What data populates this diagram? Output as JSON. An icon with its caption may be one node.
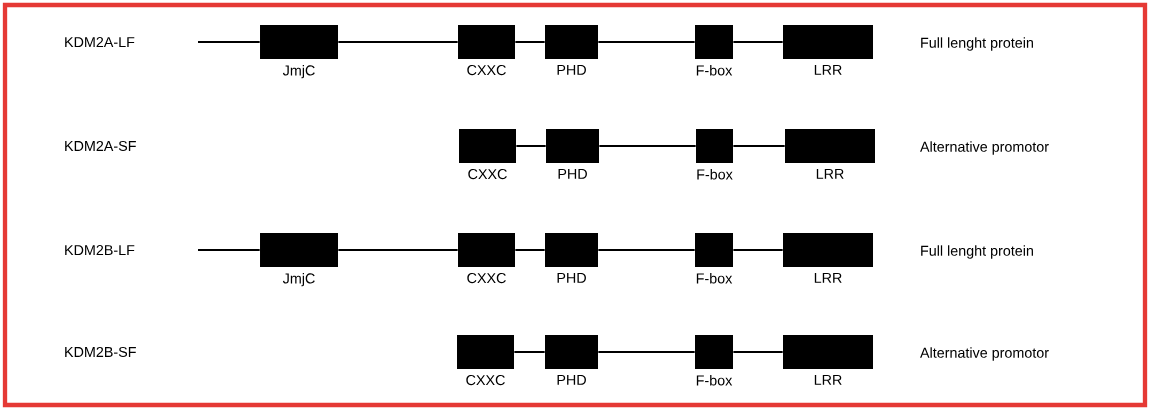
{
  "diagram": {
    "nodes": [
      {
        "text": [
          "JmjC"
        ]
      },
      {
        "text": [
          "CXXC"
        ]
      },
      {
        "text": [
          "PHD"
        ]
      },
      {
        "text": [
          "F-box"
        ]
      },
      {
        "text": [
          "LRR"
        ]
      },
      {
        "text": [
          "CXXC"
        ]
      },
      {
        "text": [
          "PHD"
        ]
      },
      {
        "text": [
          "F-box"
        ]
      },
      {
        "text": [
          "LRR"
        ]
      },
      {
        "text": [
          "JmjC"
        ]
      },
      {
        "text": [
          "CXXC"
        ]
      },
      {
        "text": [
          "PHD"
        ]
      },
      {
        "text": [
          "F-box"
        ]
      },
      {
        "text": [
          "LRR"
        ]
      },
      {
        "text": [
          "CXXC"
        ]
      },
      {
        "text": [
          "PHD"
        ]
      },
      {
        "text": [
          "F-box"
        ]
      },
      {
        "text": [
          "LRR"
        ]
      }
    ],
    "edges": [
      {
        "from": null,
        "to": 0,
        "arrow": "none"
      },
      {
        "from": 0,
        "to": 1,
        "arrow": "none"
      },
      {
        "from": 1,
        "to": 2,
        "arrow": "none"
      },
      {
        "from": 2,
        "to": 3,
        "arrow": "none"
      },
      {
        "from": 3,
        "to": 4,
        "arrow": "none"
      },
      {
        "from": 5,
        "to": 6,
        "arrow": "none"
      },
      {
        "from": 6,
        "to": 7,
        "arrow": "none"
      },
      {
        "from": 7,
        "to": 8,
        "arrow": "none"
      },
      {
        "from": null,
        "to": 9,
        "arrow": "none"
      },
      {
        "from": 9,
        "to": 10,
        "arrow": "none"
      },
      {
        "from": 10,
        "to": 11,
        "arrow": "none"
      },
      {
        "from": 11,
        "to": 12,
        "arrow": "none"
      },
      {
        "from": 12,
        "to": 13,
        "arrow": "none"
      },
      {
        "from": 14,
        "to": 15,
        "arrow": "none"
      },
      {
        "from": 15,
        "to": 16,
        "arrow": "none"
      },
      {
        "from": 16,
        "to": 17,
        "arrow": "none"
      }
    ],
    "labels": [
      "KDM2A-LF",
      "Full lenght protein",
      "KDM2A-SF",
      "Alternative promotor",
      "KDM2B-LF",
      "Full lenght protein",
      "KDM2B-SF",
      "Alternative promotor"
    ]
  }
}
